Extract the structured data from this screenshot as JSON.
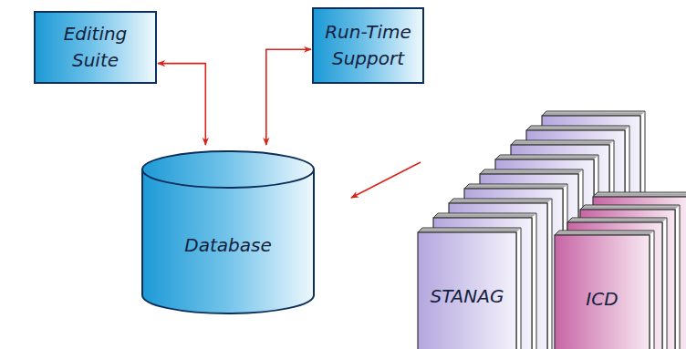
{
  "diagram": {
    "nodes": [
      {
        "text": [
          "Editing Suite"
        ]
      },
      {
        "text": [
          "Run-Time Support"
        ]
      },
      {
        "text": [
          "Database"
        ]
      },
      {
        "text": [
          "STANAG"
        ]
      },
      {
        "text": [
          "ICD"
        ]
      }
    ],
    "edges": [
      {
        "from": 0,
        "to": 2,
        "arrow": "both"
      },
      {
        "from": 1,
        "to": 2,
        "arrow": "both"
      },
      {
        "from": 3,
        "to": 2,
        "arrow": "to"
      }
    ]
  }
}
